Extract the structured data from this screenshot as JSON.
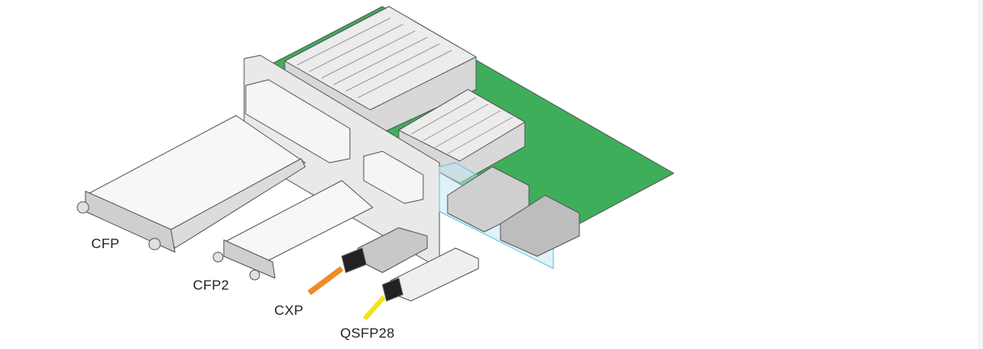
{
  "labels": {
    "cfp": "CFP",
    "cfp2": "CFP2",
    "cxp": "CXP",
    "qsfp28": "QSFP28"
  },
  "colors": {
    "pcb": "#3fae5a",
    "faceplate": "#e6e6e6",
    "bezel": "#8fd3e8",
    "cxp_cable": "#f08a24",
    "qsfp_cable": "#f2e21c"
  }
}
